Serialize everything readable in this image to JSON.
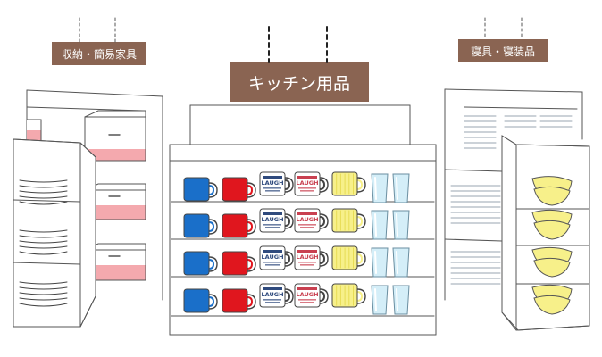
{
  "signs": {
    "storage": "収納・簡易家具",
    "kitchen": "キッチン用品",
    "bedding": "寝具・寝装品"
  },
  "mug_label": "LAUGH",
  "colors": {
    "sign_bg": "#8a6452",
    "blue_mug": "#1a6fc9",
    "red_mug": "#e0161e",
    "yellow_mug": "#f7f08a",
    "glass": "#d4eef8",
    "pink_band": "#f4a9ae",
    "line": "#555555",
    "brand_red": "#c94050",
    "brand_navy": "#2f4a7d"
  }
}
